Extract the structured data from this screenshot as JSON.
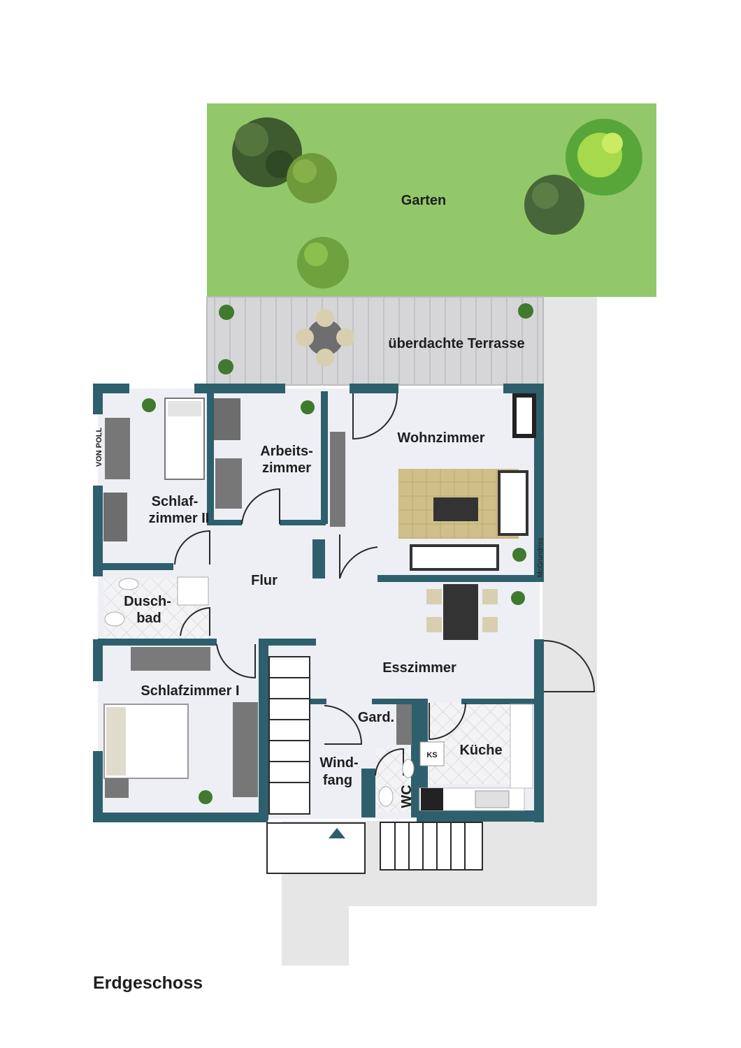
{
  "floor": {
    "title": "Erdgeschoss"
  },
  "rooms": {
    "garden": "Garten",
    "terrace": "überdachte Terrasse",
    "living": "Wohnzimmer",
    "study_1": "Arbeits-",
    "study_2": "zimmer",
    "bedroom2_1": "Schlaf-",
    "bedroom2_2": "zimmer II",
    "hall": "Flur",
    "shower_1": "Dusch-",
    "shower_2": "bad",
    "dining": "Esszimmer",
    "bedroom1": "Schlafzimmer I",
    "wardrobe": "Gard.",
    "vestibule_1": "Wind-",
    "vestibule_2": "fang",
    "wc": "WC",
    "kitchen": "Küche"
  },
  "fixtures": {
    "fridge": "KS"
  },
  "branding": {
    "logo_text": "VON POLL",
    "credit": "McGrundriss"
  },
  "colors": {
    "wall": "#2e5f6d",
    "garden": "#93c86a",
    "floor": "#eeeff4",
    "deck": "#d9d9dc",
    "outside": "#e6e6e6"
  }
}
